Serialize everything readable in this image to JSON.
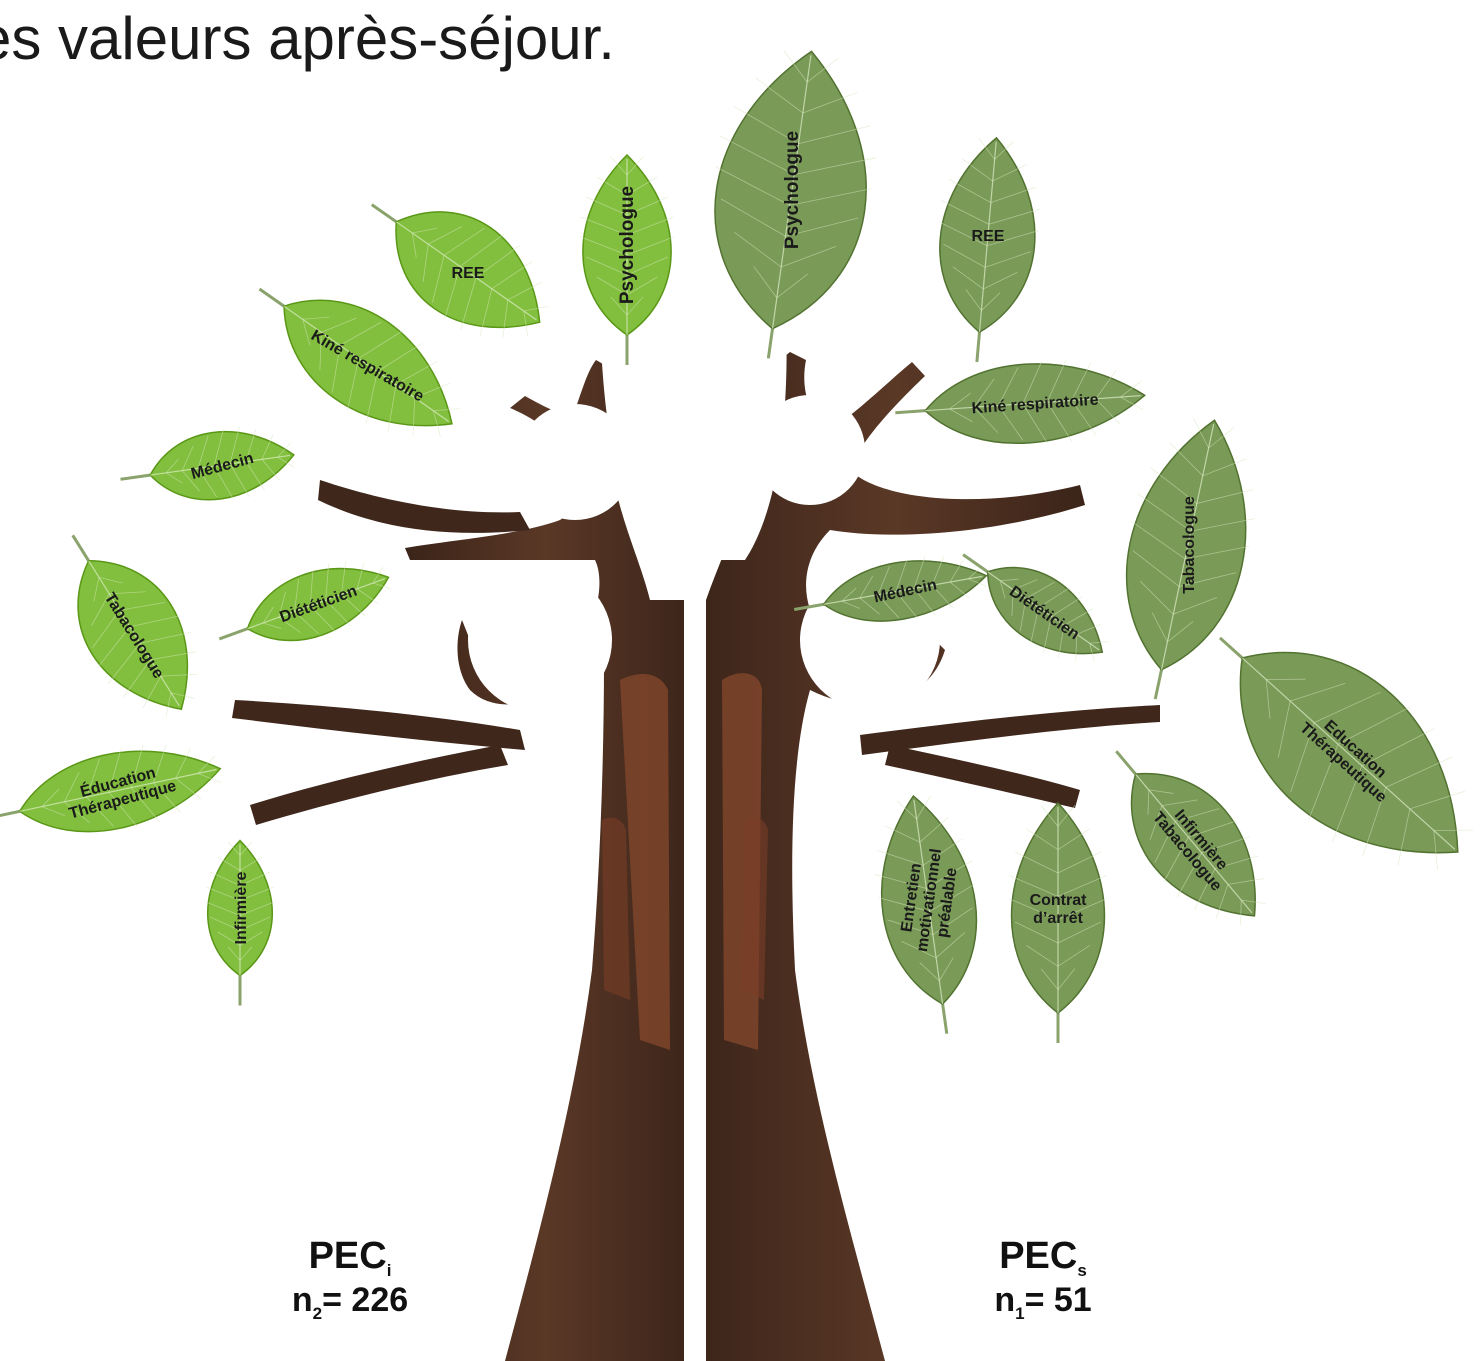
{
  "heading": "es valeurs après-séjour.",
  "colors": {
    "leaf_left": "#82bf3e",
    "leaf_right": "#7a9a58",
    "trunk": "#4a2f22",
    "bark_highlight": "#8a4a2e"
  },
  "left_tree": {
    "leaves": [
      {
        "id": "psychologue",
        "label": [
          "Psychologue"
        ]
      },
      {
        "id": "ree",
        "label": [
          "REE"
        ]
      },
      {
        "id": "kine",
        "label": [
          "Kiné respiratoire"
        ]
      },
      {
        "id": "medecin",
        "label": [
          "Médecin"
        ]
      },
      {
        "id": "dieteticien",
        "label": [
          "Diététicien"
        ]
      },
      {
        "id": "tabacologue",
        "label": [
          "Tabacologue"
        ]
      },
      {
        "id": "education",
        "label": [
          "Éducation",
          "Thérapeutique"
        ]
      },
      {
        "id": "infirmiere",
        "label": [
          "Infirmière"
        ]
      }
    ],
    "label": {
      "main": "PEC",
      "sub": "i",
      "n_prefix": "n",
      "n_sub": "2",
      "n_value": "= 226"
    }
  },
  "right_tree": {
    "leaves": [
      {
        "id": "psychologue",
        "label": [
          "Psychologue"
        ]
      },
      {
        "id": "ree",
        "label": [
          "REE"
        ]
      },
      {
        "id": "kine",
        "label": [
          "Kiné respiratoire"
        ]
      },
      {
        "id": "tabacologue",
        "label": [
          "Tabacologue"
        ]
      },
      {
        "id": "medecin",
        "label": [
          "Médecin"
        ]
      },
      {
        "id": "dieteticien",
        "label": [
          "Diététicien"
        ]
      },
      {
        "id": "education",
        "label": [
          "Education",
          "Thérapeutique"
        ]
      },
      {
        "id": "infirmiere-tabacologue",
        "label": [
          "Infirmière",
          "Tabacologue"
        ]
      },
      {
        "id": "contrat",
        "label": [
          "Contrat",
          "d’arrêt"
        ]
      },
      {
        "id": "entretien",
        "label": [
          "Entretien",
          "motivationnel",
          "préalable"
        ]
      }
    ],
    "label": {
      "main": "PEC",
      "sub": "s",
      "n_prefix": "n",
      "n_sub": "1",
      "n_value": "= 51"
    }
  }
}
